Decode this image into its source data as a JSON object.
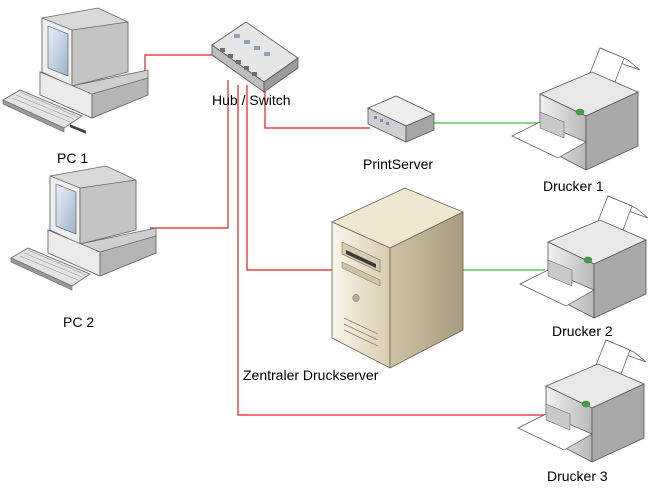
{
  "labels": {
    "pc1": "PC 1",
    "pc2": "PC 2",
    "hub": "Hub / Switch",
    "printserver": "PrintServer",
    "central_server": "Zentraler Druckserver",
    "printer1": "Drucker 1",
    "printer2": "Drucker 2",
    "printer3": "Drucker 3"
  },
  "colors": {
    "lan_cable": "#e02020",
    "printer_cable": "#40c040",
    "background": "#ffffff"
  },
  "icons": {
    "pc1": "desktop-pc-icon",
    "pc2": "desktop-pc-icon",
    "hub": "network-switch-icon",
    "printserver": "print-server-box-icon",
    "central_server": "tower-server-icon",
    "printer1": "laser-printer-icon",
    "printer2": "laser-printer-icon",
    "printer3": "laser-printer-icon"
  }
}
